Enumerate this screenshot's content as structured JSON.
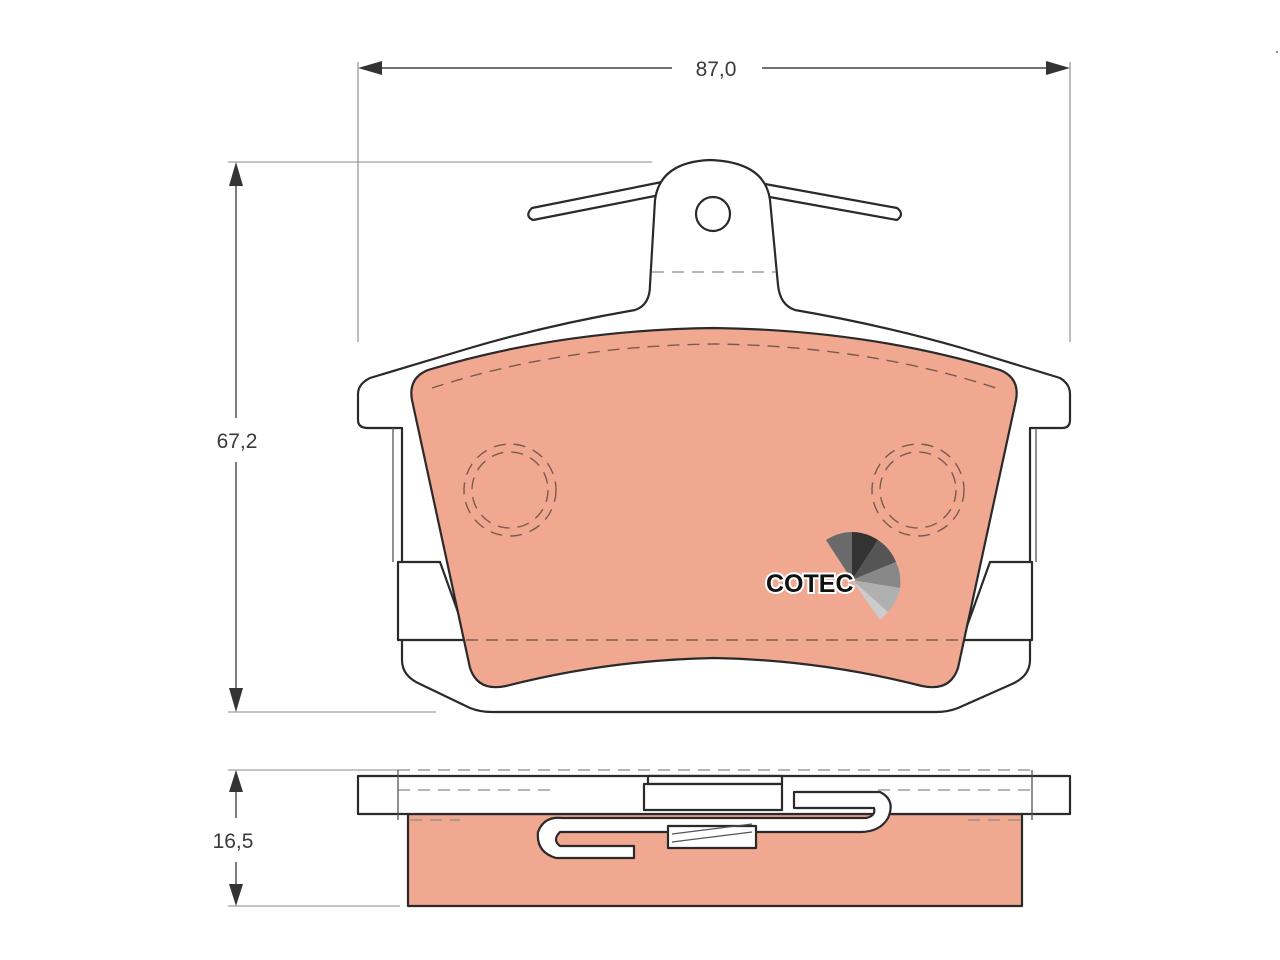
{
  "dimensions": {
    "width": "87,0",
    "height": "67,2",
    "thickness": "16,5"
  },
  "logo": {
    "text": "COTEC"
  },
  "colors": {
    "friction_material": "#f0a890",
    "outline": "#2a2a2a",
    "background": "#ffffff"
  }
}
